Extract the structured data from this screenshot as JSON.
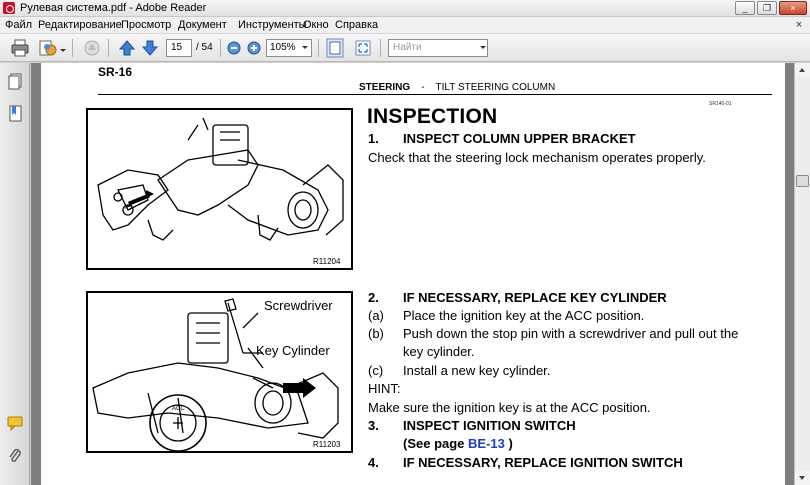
{
  "window": {
    "title": "Рулевая система.pdf - Adobe Reader",
    "controls": {
      "minimize": "_",
      "restore": "❐",
      "close": "×"
    }
  },
  "menubar": {
    "items": [
      "Файл",
      "Редактирование",
      "Просмотр",
      "Документ",
      "Инструменты",
      "Окно",
      "Справка"
    ],
    "close_glyph": "×"
  },
  "toolbar": {
    "page_current": "15",
    "page_total": "/ 54",
    "zoom": "105%",
    "find_placeholder": "Найти",
    "icons": [
      "print-icon",
      "share-icon",
      "attach-icon",
      "prev-page-icon",
      "next-page-icon",
      "zoom-out-icon",
      "zoom-in-icon",
      "fit-page-icon",
      "full-screen-icon"
    ]
  },
  "leftpanel": {
    "icons": [
      "pages-icon",
      "bookmarks-icon",
      "comments-icon",
      "attachments-icon"
    ]
  },
  "document": {
    "page_code": "SR-16",
    "header_section": "STEERING",
    "header_separator": "-",
    "header_subsection": "TILT STEERING COLUMN",
    "ref_code": "SR140-01",
    "heading": "INSPECTION",
    "figure1_code": "R11204",
    "figure2_code": "R11203",
    "figure2_label_screwdriver": "Screwdriver",
    "figure2_label_key_cylinder": "Key Cylinder",
    "figure2_lock_acc": "ACC",
    "step1_num": "1.",
    "step1_title": "INSPECT COLUMN UPPER BRACKET",
    "step1_text": "Check that the steering lock mechanism operates properly.",
    "step2_num": "2.",
    "step2_title": "IF NECESSARY, REPLACE KEY CYLINDER",
    "step2_a_letter": "(a)",
    "step2_a_text": "Place the ignition key at the ACC position.",
    "step2_b_letter": "(b)",
    "step2_b_text": "Push down the stop pin with a screwdriver and pull out the",
    "step2_b_text2": "key cylinder.",
    "step2_c_letter": "(c)",
    "step2_c_text": "Install a new key cylinder.",
    "hint_label": "HINT:",
    "hint_text": "Make sure the ignition key is at the ACC position.",
    "step3_num": "3.",
    "step3_title": "INSPECT IGNITION SWITCH",
    "step3_see_prefix": "(See page ",
    "step3_see_link": "BE-13",
    "step3_see_suffix": " )",
    "step4_num": "4.",
    "step4_title": "IF NECESSARY, REPLACE IGNITION SWITCH"
  },
  "colors": {
    "link": "#1e3cc8",
    "close_button": "#c7462f",
    "app_icon": "#c8102e"
  }
}
